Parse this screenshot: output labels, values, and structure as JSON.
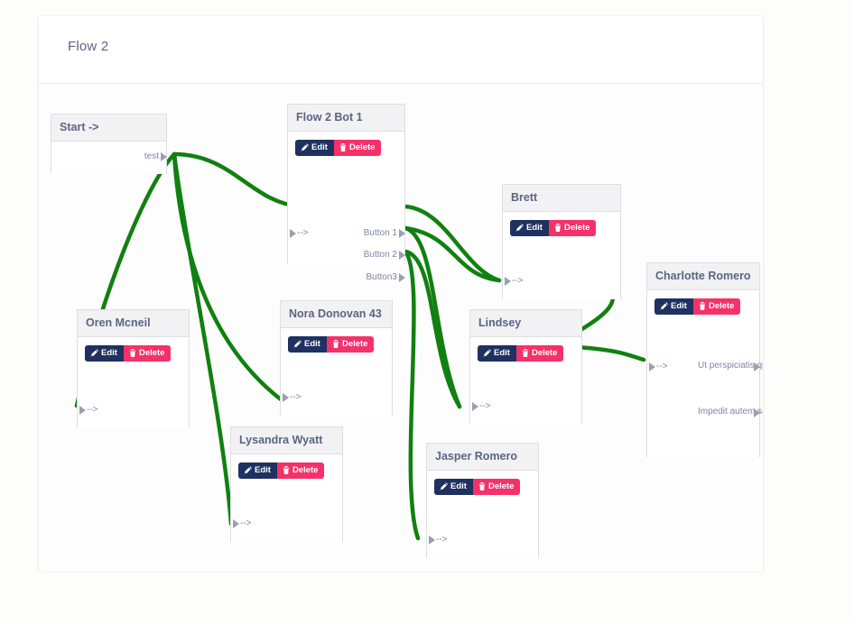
{
  "page": {
    "title": "Flow 2",
    "background": "#fdfdfb",
    "canvas_background": "#fdfdfd"
  },
  "theme": {
    "edit_color": "#1f3160",
    "delete_color": "#f5316a",
    "edge_color": "#118011",
    "node_header_bg": "#f2f2f4",
    "node_border": "#dedee3",
    "text_color": "#5b6483"
  },
  "buttons": {
    "edit_label": "Edit",
    "delete_label": "Delete",
    "edit_icon": "pencil-square-icon",
    "delete_icon": "trash-icon"
  },
  "nodes": [
    {
      "id": "start",
      "title": "Start ->",
      "has_buttons": false,
      "inputs": [],
      "outputs": [
        "test"
      ]
    },
    {
      "id": "flow-2-bot-1",
      "title": "Flow 2 Bot 1",
      "has_buttons": true,
      "inputs": [
        "-->"
      ],
      "outputs": [
        "Button 1",
        "Button 2",
        "Button3"
      ]
    },
    {
      "id": "oren-mcneil",
      "title": "Oren Mcneil",
      "has_buttons": true,
      "inputs": [
        "-->"
      ],
      "outputs": []
    },
    {
      "id": "nora-donovan-43",
      "title": "Nora Donovan 43",
      "has_buttons": true,
      "inputs": [
        "-->"
      ],
      "outputs": []
    },
    {
      "id": "lysandra-wyatt",
      "title": "Lysandra Wyatt",
      "has_buttons": true,
      "inputs": [
        "-->"
      ],
      "outputs": []
    },
    {
      "id": "jasper-romero",
      "title": "Jasper Romero",
      "has_buttons": true,
      "inputs": [
        "-->"
      ],
      "outputs": []
    },
    {
      "id": "lindsey",
      "title": "Lindsey",
      "has_buttons": true,
      "inputs": [
        "-->"
      ],
      "outputs": []
    },
    {
      "id": "brett",
      "title": "Brett",
      "has_buttons": true,
      "inputs": [
        "-->"
      ],
      "outputs": []
    },
    {
      "id": "charlotte-romero",
      "title": "Charlotte Romero",
      "has_buttons": true,
      "inputs": [
        "-->"
      ],
      "outputs": [
        "Ut perspiciatis qua",
        "Impedit autem sapie"
      ]
    }
  ]
}
